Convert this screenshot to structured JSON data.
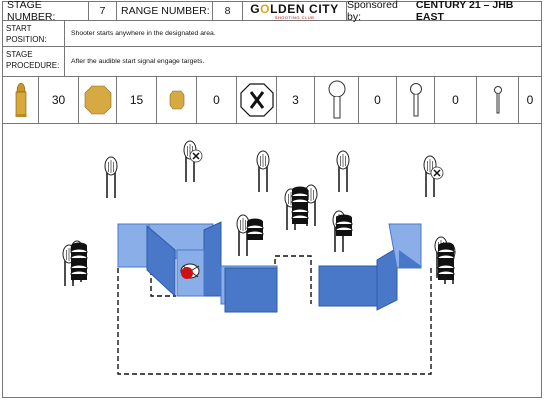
{
  "header": {
    "stage_label": "STAGE NUMBER:",
    "stage_value": "7",
    "range_label": "RANGE NUMBER:",
    "range_value": "8",
    "logo_text_pre": "G",
    "logo_text_o": "O",
    "logo_text_post": "LDEN CITY",
    "logo_sub": "SHOOTING CLUB",
    "sponsor_prefix": "Sponsored by: ",
    "sponsor_name": "CENTURY 21 – JHB EAST"
  },
  "start_position": {
    "label_line1": "START",
    "label_line2": "POSITION:",
    "text": "Shooter starts anywhere in the designated area."
  },
  "stage_procedure": {
    "label_line1": "STAGE",
    "label_line2": "PROCEDURE:",
    "text": "After the audible start signal engage targets."
  },
  "target_counts": [
    {
      "icon": "ammo-round-icon",
      "count": "30"
    },
    {
      "icon": "paper-target-icon",
      "count": "15"
    },
    {
      "icon": "small-paper-target-icon",
      "count": "0"
    },
    {
      "icon": "no-shoot-icon",
      "count": "3"
    },
    {
      "icon": "large-steel-plate-icon",
      "count": "0"
    },
    {
      "icon": "medium-steel-plate-icon",
      "count": "0"
    },
    {
      "icon": "small-steel-plate-icon",
      "count": "0"
    }
  ],
  "colors": {
    "wall_blue": "#4a78c8",
    "wall_light_blue": "#8aaee8",
    "cardboard": "#d6a943",
    "start_marker": "#d01010",
    "logo_gold": "#d8a81a"
  }
}
